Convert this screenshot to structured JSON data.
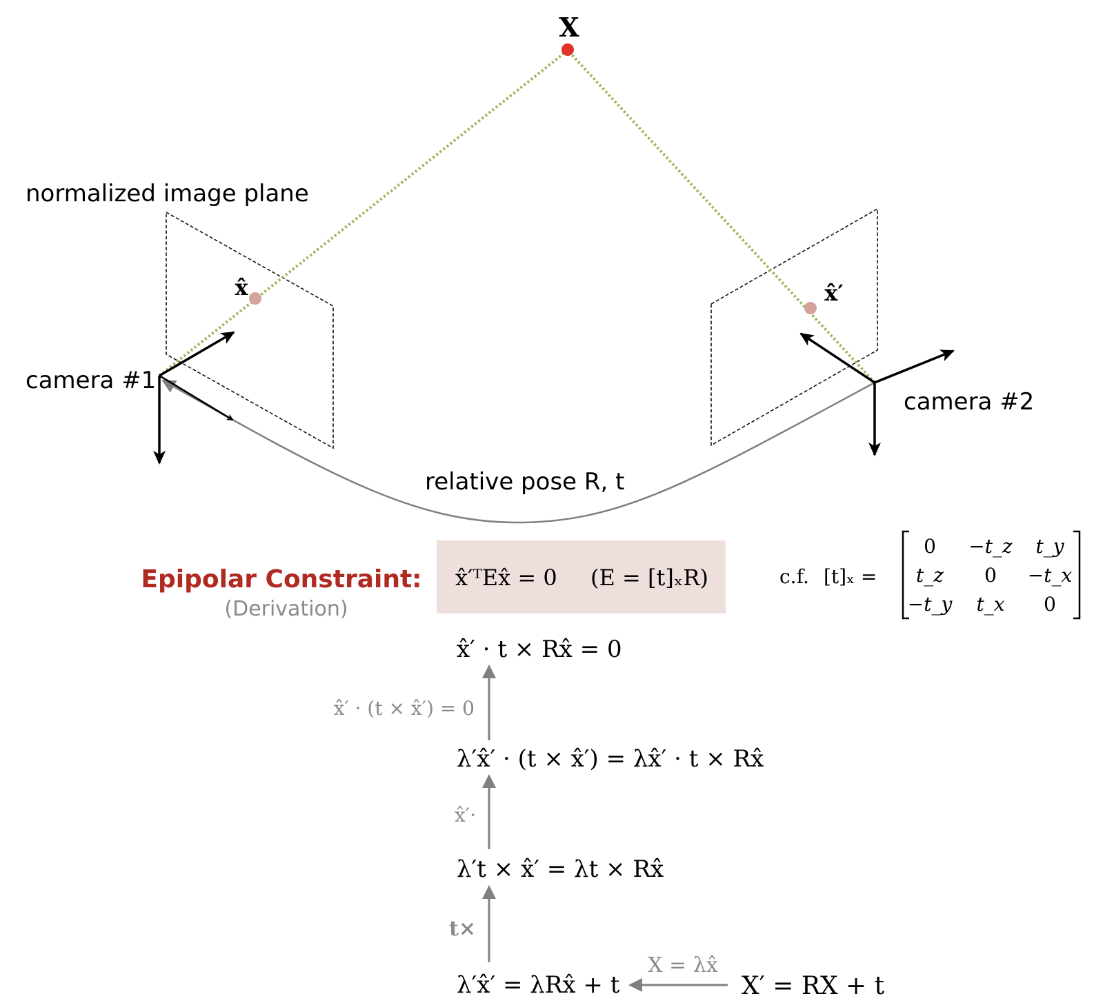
{
  "scene": {
    "point_X": "X",
    "point_x_hat": "x̂",
    "point_x_hat_prime": "x̂′",
    "plane_label": "normalized image plane",
    "camera1_label": "camera #1",
    "camera2_label": "camera #2",
    "pose_label": "relative pose R, t",
    "colors": {
      "ray": "#9bb85a",
      "point_X": "#e0342b",
      "projection": "#d4a39b",
      "pose_curve": "#7f7f7f"
    }
  },
  "constraint": {
    "title": "Epipolar Constraint:",
    "subtitle": "(Derivation)",
    "equation": "x̂′ᵀEx̂ = 0",
    "definition": "(E = [t]ₓR)",
    "box_color": "#eedfdd",
    "title_color": "#b02a21"
  },
  "cross_matrix": {
    "prefix": "c.f.",
    "lhs": "[t]ₓ =",
    "rows": [
      [
        "0",
        "−t_z",
        "t_y"
      ],
      [
        "t_z",
        "0",
        "−t_x"
      ],
      [
        "−t_y",
        "t_x",
        "0"
      ]
    ]
  },
  "derivation": {
    "step1": "x̂′ · t × Rx̂ = 0",
    "hint1": "x̂′ · (t × x̂′) = 0",
    "step2": "λ′x̂′ · (t × x̂′) = λx̂′ · t × Rx̂",
    "hint2": "x̂′·",
    "step3": "λ′t × x̂′ = λt × Rx̂",
    "hint3": "t×",
    "step4": "λ′x̂′ = λRx̂ + t",
    "hint4": "X = λx̂",
    "source": "X′ = RX + t"
  }
}
